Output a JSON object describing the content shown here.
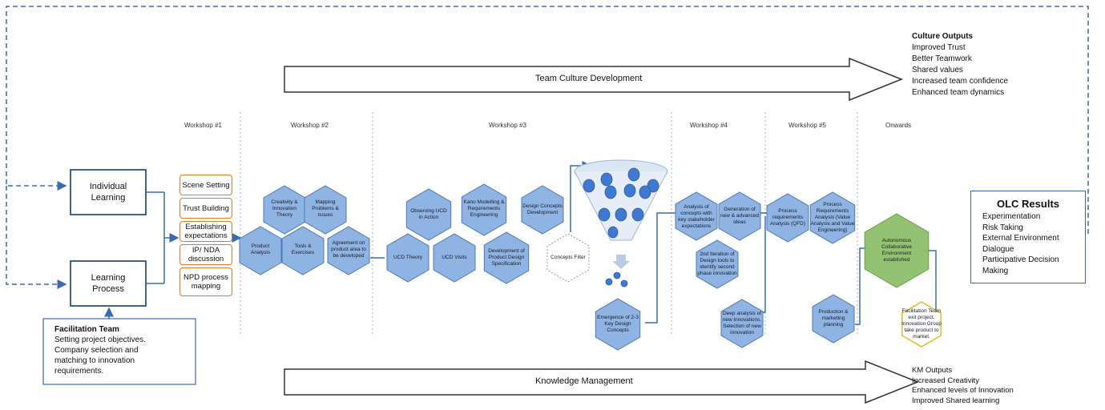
{
  "workshops": [
    "Workshop #1",
    "Workshop #2",
    "Workshop #3",
    "Workshop #4",
    "Workshop #5",
    "Onwards"
  ],
  "left": {
    "individual": "Individual Learning",
    "process": "Learning Process",
    "facilitation": {
      "title": "Facilitation Team",
      "lines": [
        "Setting project objectives.",
        "Company selection and",
        "matching to innovation",
        "requirements."
      ]
    }
  },
  "ws1_items": [
    "Scene Setting",
    "Trust Building",
    "Establishing expectations",
    "IP/ NDA discussion",
    "NPD process mapping"
  ],
  "hexes": {
    "creativity": "Creativity & Innovation Theory",
    "mapping": "Mapping Problems & Issues",
    "product_analysis": "Product Analysis",
    "tools": "Tools & Exercises",
    "agreement": "Agreement on product area to be developed",
    "observing": "Observing UCD in Action",
    "kano": "Kano Modelling & Requirements Engineering",
    "design_concepts": "Design Concepts Development",
    "ucd_theory": "UCD Theory",
    "ucd_visits": "UCD Visits",
    "dev_spec": "Development of Product Design Specification",
    "concepts_filter": "Concepts Filter",
    "emergence": "Emergence of 2-3 Key Design Concepts",
    "analysis_concepts": "Analysis of concepts with key stakeholder expectations",
    "generation": "Generation of new & advanced ideas",
    "second_iteration": "2nd Iteration of Design tools to identify second phase innovation",
    "deep_analysis": "Deep analysis of new innovations. Selection of new innovation",
    "process_req": "Process requirements Analysis (QFD)",
    "process_req_ve": "Process Requirements Analysis (Value Analysis and Value Engineering)",
    "production": "Production & marketing planning",
    "autonomous": "Autonomous Collaborative Environment established",
    "facilitation_exit": "Facilitation Team exit project. Innovation Group take product to market."
  },
  "arrows": {
    "culture": "Team Culture Development",
    "km": "Knowledge Management"
  },
  "culture_outputs": {
    "title": "Culture Outputs",
    "items": [
      "Improved Trust",
      "Better Teamwork",
      "Shared values",
      "Increased team confidence",
      "Enhanced team dynamics"
    ]
  },
  "olc": {
    "title": "OLC Results",
    "items": [
      "Experimentation",
      "Risk Taking",
      "External Environment",
      "Dialogue",
      "Participative Decision",
      "Making"
    ]
  },
  "km_outputs": {
    "title": "KM Outputs",
    "items": [
      "Increased Creativity",
      "Enhanced levels of Innovation",
      "Improved Shared learning"
    ]
  },
  "colors": {
    "hex_fill": "#8fb4e3",
    "hex_stroke": "#4f78b0",
    "line": "#3a6bb0",
    "orange": "#e07a28",
    "green": "#8dc06a"
  }
}
